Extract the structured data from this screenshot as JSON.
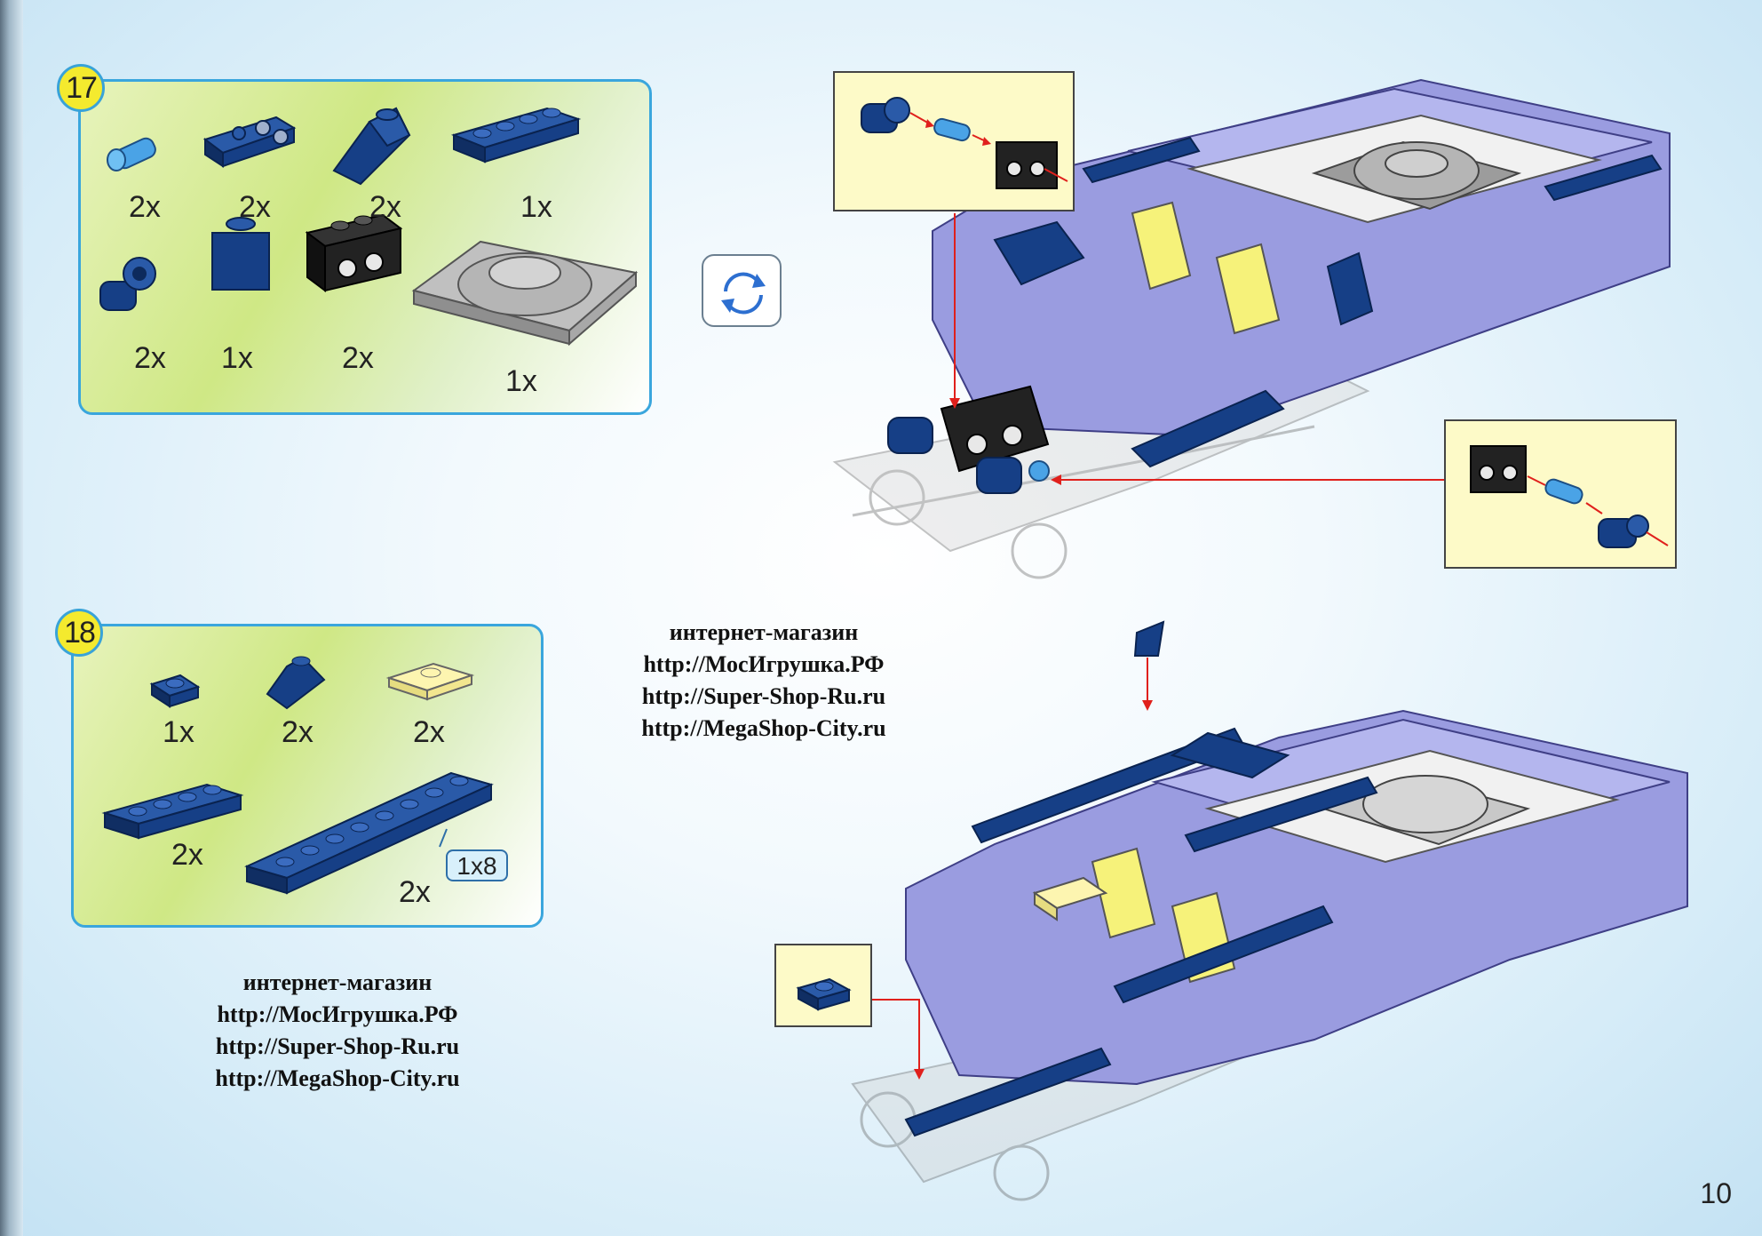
{
  "page_number": "10",
  "steps": [
    {
      "number": "17",
      "parts": [
        {
          "name": "blue-axle-pin",
          "qty": "2x"
        },
        {
          "name": "dark-blue-plate-with-pin-holes",
          "qty": "2x"
        },
        {
          "name": "dark-blue-slope",
          "qty": "2x"
        },
        {
          "name": "dark-blue-plate-1x4",
          "qty": "1x"
        },
        {
          "name": "dark-blue-pin-connector",
          "qty": "2x"
        },
        {
          "name": "dark-blue-brick-1x1",
          "qty": "1x"
        },
        {
          "name": "black-technic-brick",
          "qty": "2x"
        },
        {
          "name": "gray-turntable-plate",
          "qty": "1x"
        }
      ]
    },
    {
      "number": "18",
      "parts": [
        {
          "name": "dark-blue-plate-1x1",
          "qty": "1x"
        },
        {
          "name": "dark-blue-slope-small",
          "qty": "2x"
        },
        {
          "name": "yellow-tile-1x2",
          "qty": "2x"
        },
        {
          "name": "dark-blue-plate-1x4",
          "qty": "2x"
        },
        {
          "name": "dark-blue-plate-1x8",
          "qty": "2x"
        }
      ],
      "size_tag": "1x8"
    }
  ],
  "shop_notices": [
    {
      "lines": [
        "интернет-магазин",
        "http://МосИгрушка.РФ",
        "http://Super-Shop-Ru.ru",
        "http://MegaShop-City.ru"
      ]
    },
    {
      "lines": [
        "интернет-магазин",
        "http://МосИгрушка.РФ",
        "http://Super-Shop-Ru.ru",
        "http://MegaShop-City.ru"
      ]
    }
  ],
  "colors": {
    "dark_blue": "#163f86",
    "lavender": "#9a9ce0",
    "arrow_red": "#e0201c",
    "badge_yellow": "#f4ea2e",
    "panel_border": "#3aa6dd"
  },
  "icons": [
    "rotate-model-icon"
  ]
}
